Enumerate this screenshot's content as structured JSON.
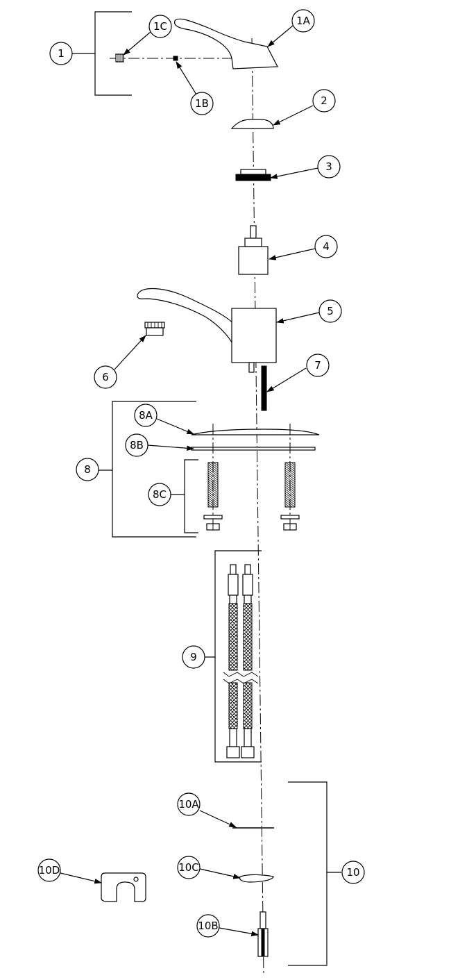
{
  "labels": {
    "l1": "1",
    "l1A": "1A",
    "l1B": "1B",
    "l1C": "1C",
    "l2": "2",
    "l3": "3",
    "l4": "4",
    "l5": "5",
    "l6": "6",
    "l7": "7",
    "l8": "8",
    "l8A": "8A",
    "l8B": "8B",
    "l8C": "8C",
    "l9": "9",
    "l10": "10",
    "l10A": "10A",
    "l10B": "10B",
    "l10C": "10C",
    "l10D": "10D"
  }
}
